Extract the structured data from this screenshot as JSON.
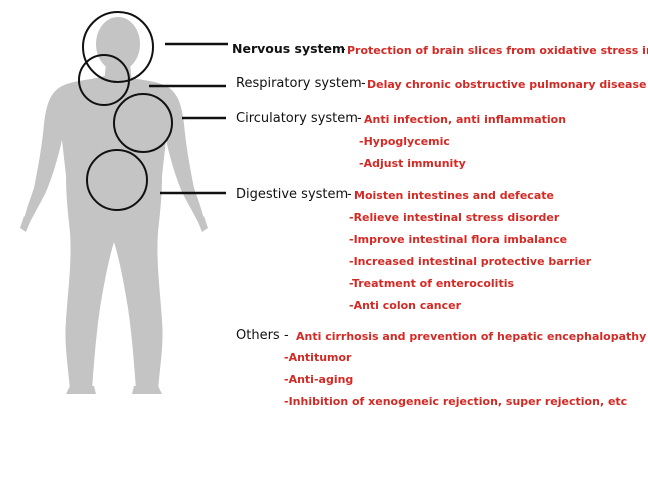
{
  "colors": {
    "body_silhouette": "#c4c4c4",
    "circle_stroke": "#111111",
    "system_text": "#111111",
    "effect_text": "#d22a25",
    "background": "#ffffff"
  },
  "systems": [
    {
      "name": "Nervous system",
      "effects": [
        "Protection of brain slices from oxidative stress injury"
      ]
    },
    {
      "name": "Respiratory system",
      "effects": [
        "Delay chronic obstructive pulmonary disease"
      ]
    },
    {
      "name": "Circulatory system",
      "effects": [
        "Anti infection, anti inflammation",
        "Hypoglycemic",
        "Adjust immunity"
      ]
    },
    {
      "name": "Digestive system",
      "effects": [
        "Moisten intestines and defecate",
        "Relieve intestinal stress disorder",
        "Improve intestinal flora imbalance",
        "Increased intestinal protective barrier",
        "Treatment of enterocolitis",
        "Anti colon cancer"
      ]
    },
    {
      "name": "Others",
      "effects": [
        "Anti cirrhosis and prevention of hepatic encephalopathy",
        "Antitumor",
        "Anti-aging",
        "Inhibition of xenogeneic rejection, super rejection, etc"
      ]
    }
  ]
}
